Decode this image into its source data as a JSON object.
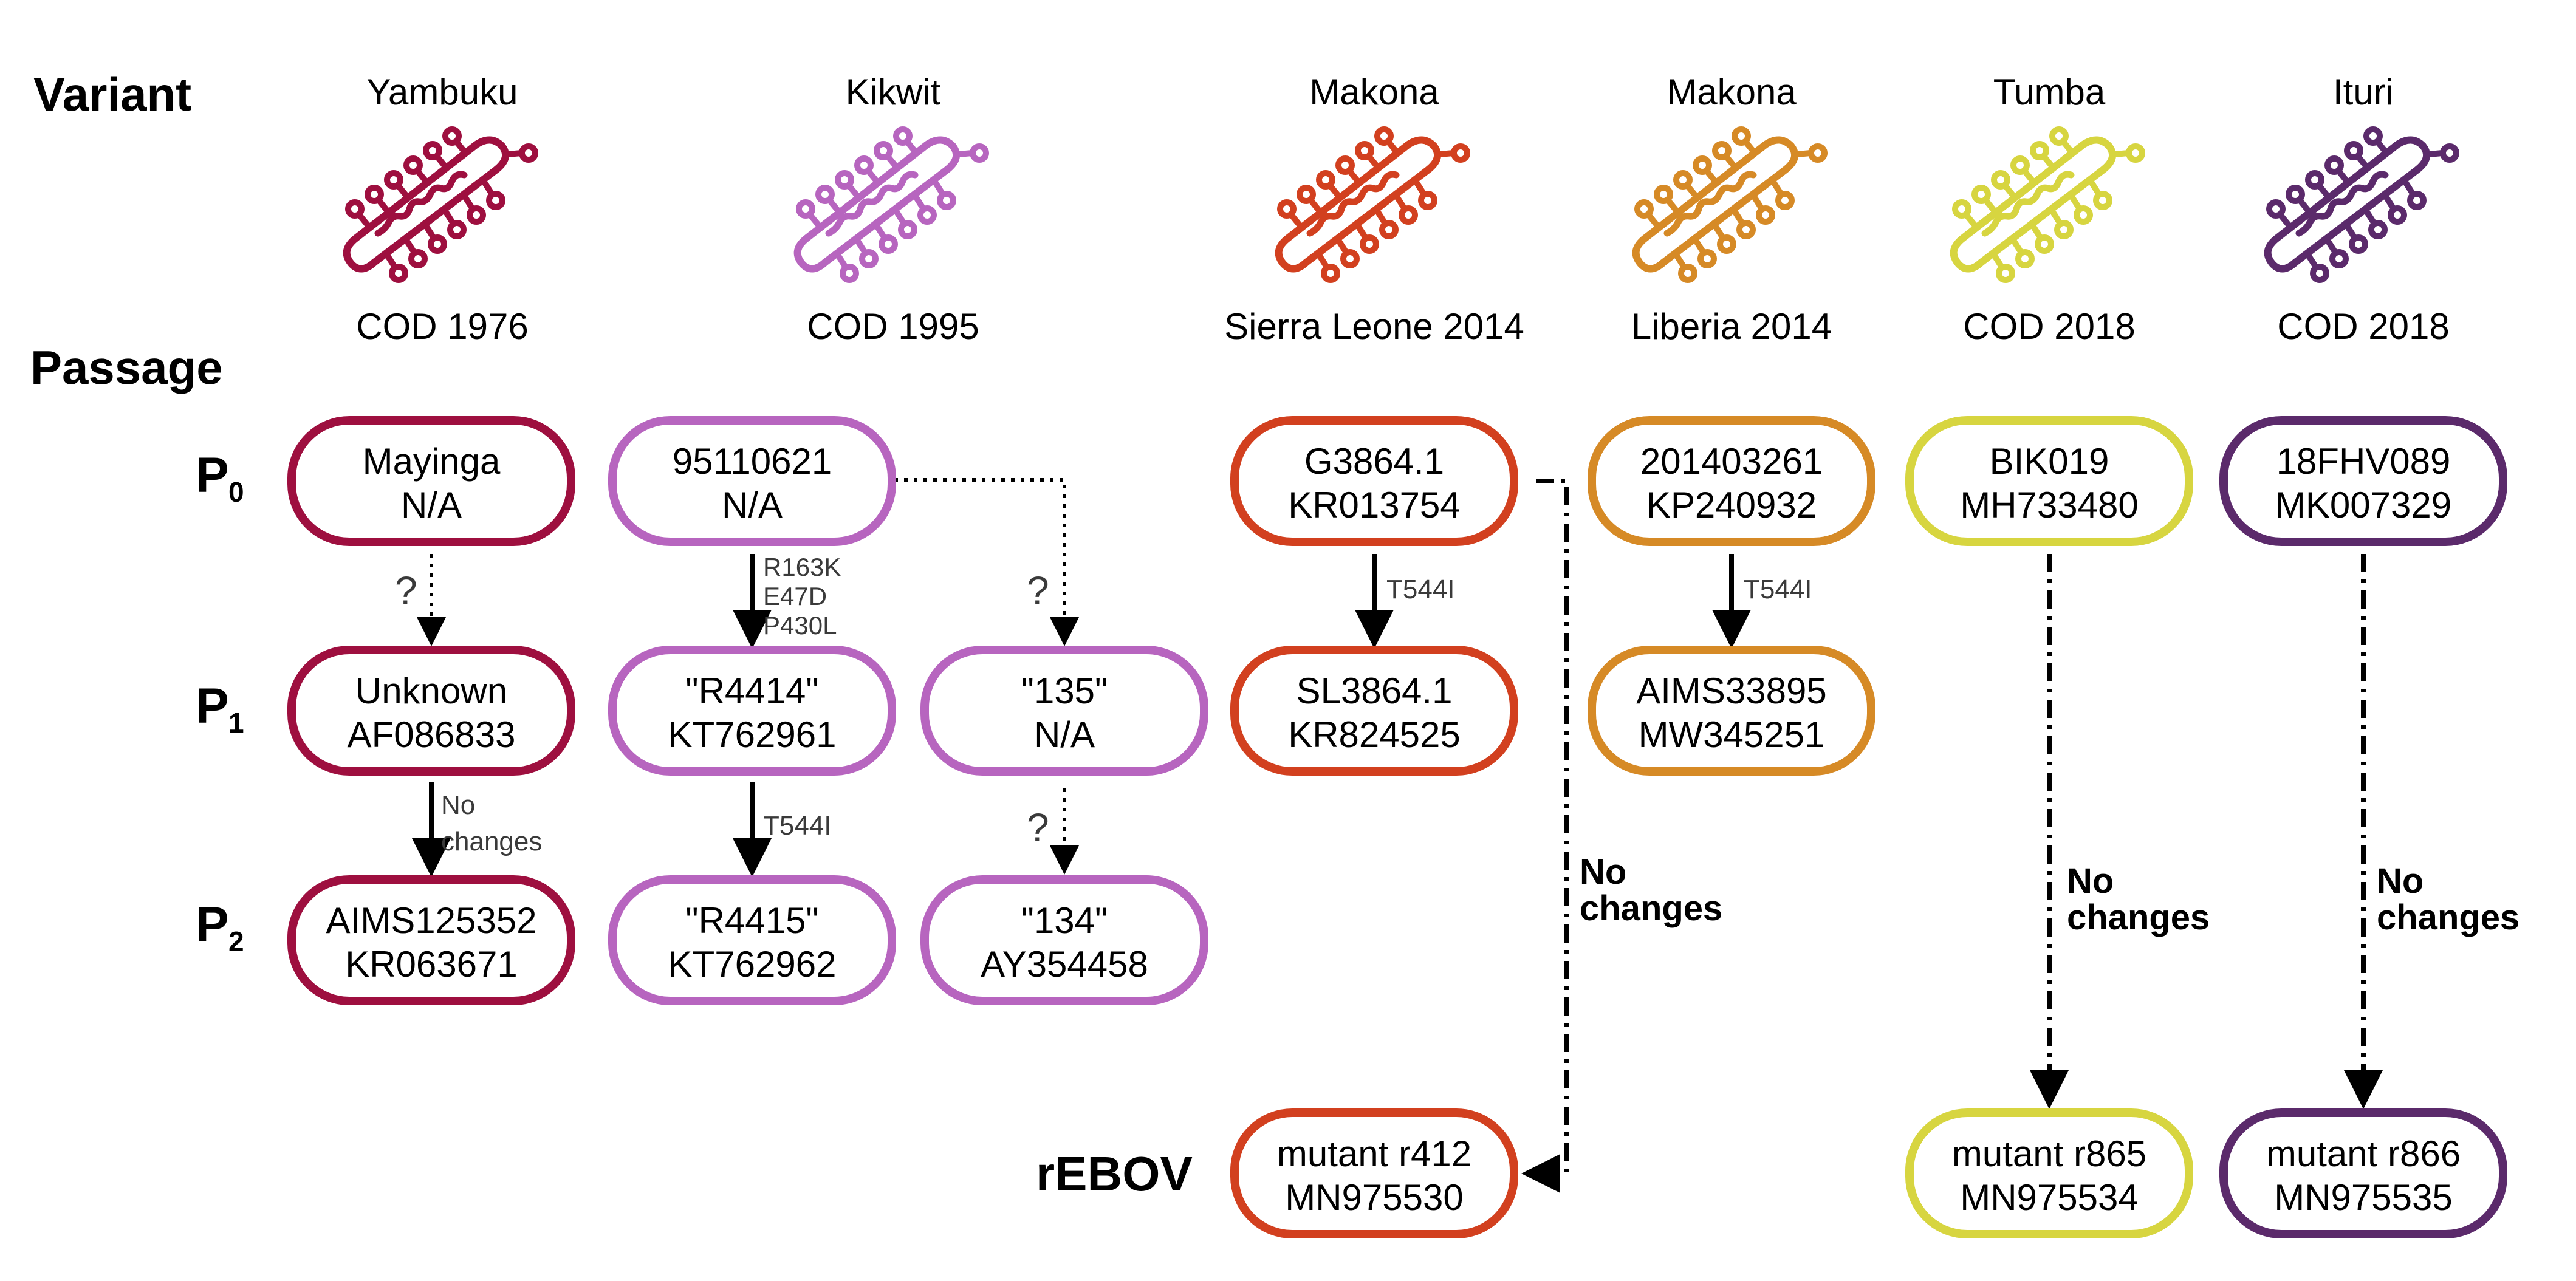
{
  "row_labels": {
    "variant": "Variant",
    "passage": "Passage",
    "p0": "P",
    "p0_sub": "0",
    "p1": "P",
    "p1_sub": "1",
    "p2": "P",
    "p2_sub": "2",
    "rebov": "rEBOV"
  },
  "colors": {
    "yambuku": "#9e0f3f",
    "kikwit": "#b765bf",
    "makona_sl": "#d2401f",
    "makona_lib": "#d68a26",
    "tumba": "#d7d540",
    "ituri": "#5b2a6b"
  },
  "variants": [
    {
      "id": "yambuku",
      "name": "Yambuku",
      "origin": "COD 1976",
      "icon": "ebola-virion-icon"
    },
    {
      "id": "kikwit",
      "name": "Kikwit",
      "origin": "COD 1995",
      "icon": "ebola-virion-icon"
    },
    {
      "id": "makona_sl",
      "name": "Makona",
      "origin": "Sierra Leone 2014",
      "icon": "ebola-virion-icon"
    },
    {
      "id": "makona_lib",
      "name": "Makona",
      "origin": "Liberia 2014",
      "icon": "ebola-virion-icon"
    },
    {
      "id": "tumba",
      "name": "Tumba",
      "origin": "COD 2018",
      "icon": "ebola-virion-icon"
    },
    {
      "id": "ituri",
      "name": "Ituri",
      "origin": "COD 2018",
      "icon": "ebola-virion-icon"
    }
  ],
  "boxes": {
    "yambuku_p0": {
      "line1": "Mayinga",
      "line2": "N/A"
    },
    "yambuku_p1": {
      "line1": "Unknown",
      "line2": "AF086833"
    },
    "yambuku_p2": {
      "line1": "AIMS125352",
      "line2": "KR063671"
    },
    "kikwit_p0": {
      "line1": "95110621",
      "line2": "N/A"
    },
    "kikwit_p1a": {
      "line1": "\"R4414\"",
      "line2": "KT762961"
    },
    "kikwit_p1b": {
      "line1": "\"135\"",
      "line2": "N/A"
    },
    "kikwit_p2a": {
      "line1": "\"R4415\"",
      "line2": "KT762962"
    },
    "kikwit_p2b": {
      "line1": "\"134\"",
      "line2": "AY354458"
    },
    "makona_sl_p0": {
      "line1": "G3864.1",
      "line2": "KR013754"
    },
    "makona_sl_p1": {
      "line1": "SL3864.1",
      "line2": "KR824525"
    },
    "makona_sl_rebov": {
      "line1": "mutant r412",
      "line2": "MN975530"
    },
    "makona_lib_p0": {
      "line1": "201403261",
      "line2": "KP240932"
    },
    "makona_lib_p1": {
      "line1": "AIMS33895",
      "line2": "MW345251"
    },
    "tumba_p0": {
      "line1": "BIK019",
      "line2": "MH733480"
    },
    "tumba_rebov": {
      "line1": "mutant r865",
      "line2": "MN975534"
    },
    "ituri_p0": {
      "line1": "18FHV089",
      "line2": "MK007329"
    },
    "ituri_rebov": {
      "line1": "mutant r866",
      "line2": "MN975535"
    }
  },
  "annotations": {
    "question": "?",
    "no_changes_line1": "No",
    "no_changes_line2": "changes",
    "kikwit_mutations": [
      "R163K",
      "E47D",
      "P430L"
    ],
    "t544i": "T544I"
  }
}
